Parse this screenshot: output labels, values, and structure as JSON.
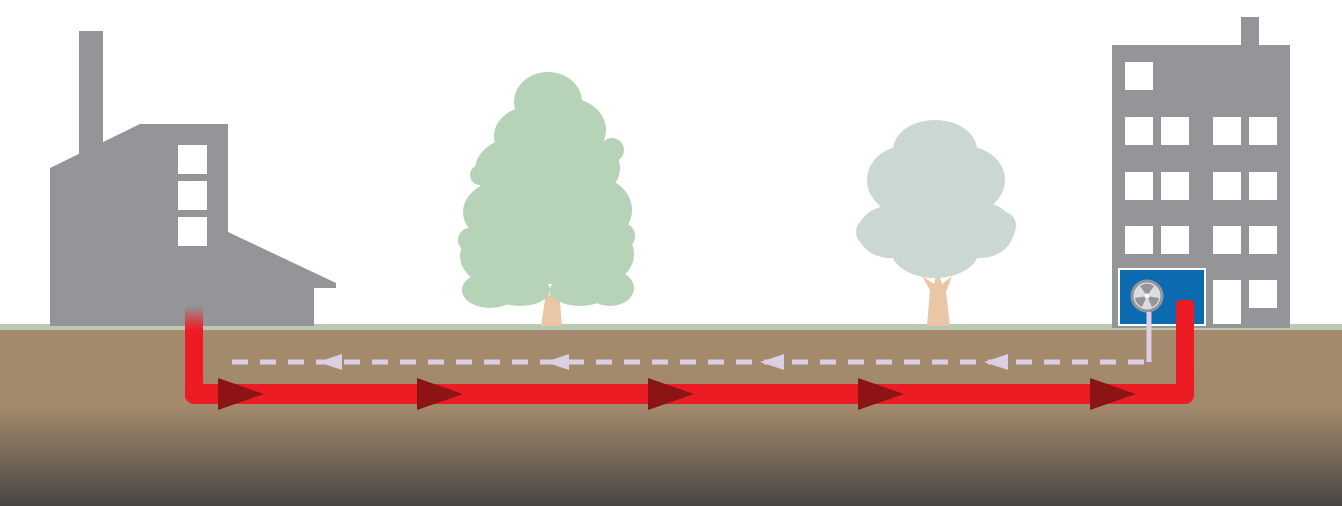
{
  "diagram": {
    "type": "district-heating-network",
    "nodes": [
      {
        "id": "heat-plant",
        "kind": "factory"
      },
      {
        "id": "consumer-building",
        "kind": "apartment-block"
      },
      {
        "id": "substation",
        "kind": "heat-exchanger-unit",
        "icon": "heat-exchanger-icon"
      }
    ],
    "flows": [
      {
        "id": "supply-pipe",
        "from": "heat-plant",
        "to": "consumer-building",
        "style": "solid",
        "color": "#ed1c24",
        "arrow_color": "#8c1414"
      },
      {
        "id": "return-pipe",
        "from": "consumer-building",
        "to": "heat-plant",
        "style": "dashed",
        "color": "#dccfe3"
      }
    ],
    "decor": [
      "deciduous-tree",
      "round-tree"
    ]
  },
  "colors": {
    "sky": "#ffffff",
    "ground": "#a58a6d",
    "ground_deep": "#4b4643",
    "grass": "#b8cbb0",
    "building": "#939598",
    "window": "#ffffff",
    "tree_green": "#b7d3b7",
    "tree_grey": "#cbd8d2",
    "trunk": "#e9c6a6",
    "substation_bg": "#0b6ab0"
  }
}
